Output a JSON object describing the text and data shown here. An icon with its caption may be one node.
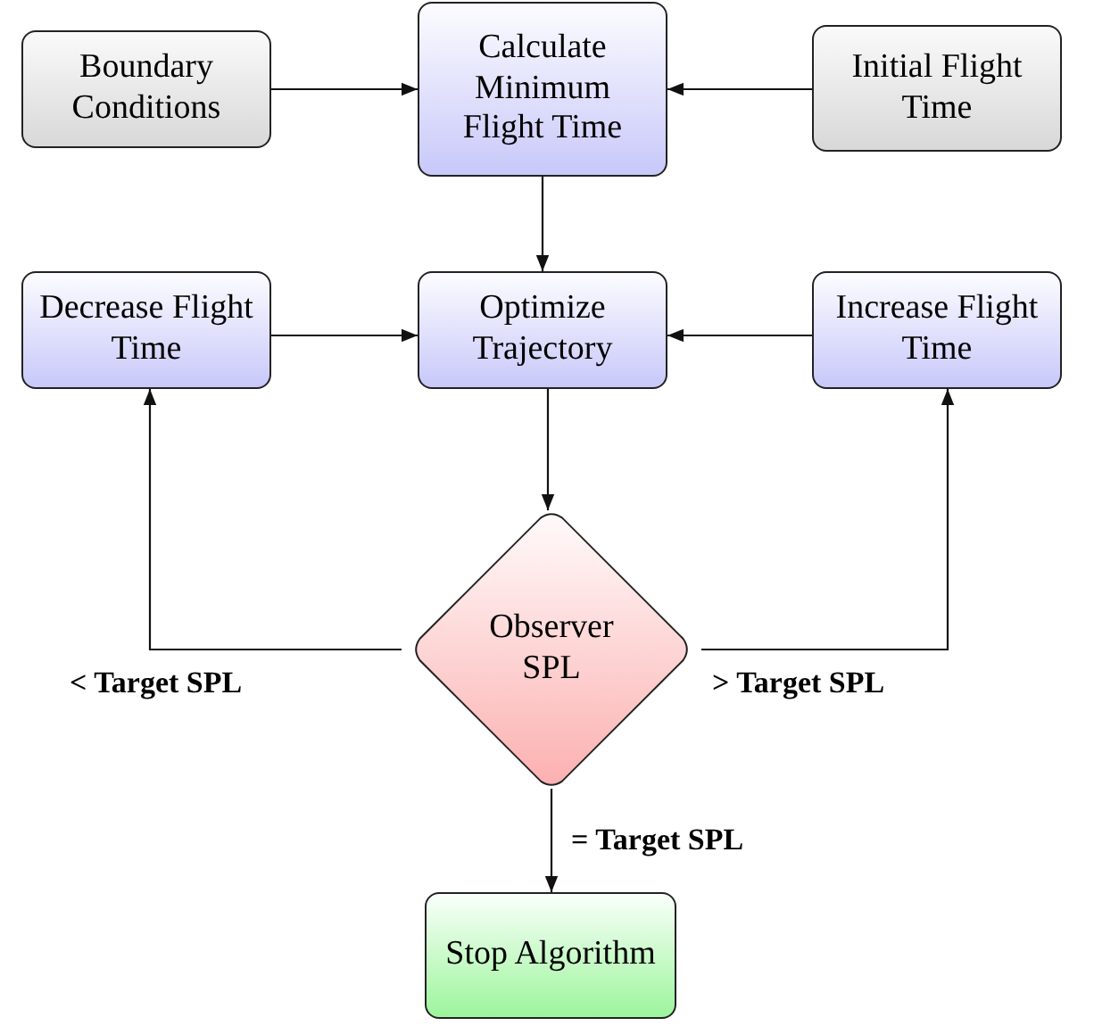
{
  "diagram": {
    "nodes": [
      {
        "text": [
          "Boundary Conditions"
        ]
      },
      {
        "text": [
          "Calculate Minimum Flight Time"
        ]
      },
      {
        "text": [
          "Initial Flight Time"
        ]
      },
      {
        "text": [
          "Decrease Flight Time"
        ]
      },
      {
        "text": [
          "Optimize Trajectory"
        ]
      },
      {
        "text": [
          "Increase Flight Time"
        ]
      },
      {
        "text": [
          "Observer SPL"
        ]
      },
      {
        "text": [
          "Stop Algorithm"
        ]
      }
    ],
    "edges": [
      {
        "from": 0,
        "to": 1,
        "arrow": "to"
      },
      {
        "from": 2,
        "to": 1,
        "arrow": "to"
      },
      {
        "from": 1,
        "to": 4,
        "arrow": "to"
      },
      {
        "from": 3,
        "to": 4,
        "arrow": "to"
      },
      {
        "from": 5,
        "to": 4,
        "arrow": "to"
      },
      {
        "from": 4,
        "to": 6,
        "arrow": "to"
      },
      {
        "from": 6,
        "to": 3,
        "arrow": "to",
        "label": "< Target SPL"
      },
      {
        "from": 6,
        "to": 5,
        "arrow": "to",
        "label": "> Target SPL"
      },
      {
        "from": 6,
        "to": 7,
        "arrow": "to",
        "label": "= Target SPL"
      }
    ]
  }
}
